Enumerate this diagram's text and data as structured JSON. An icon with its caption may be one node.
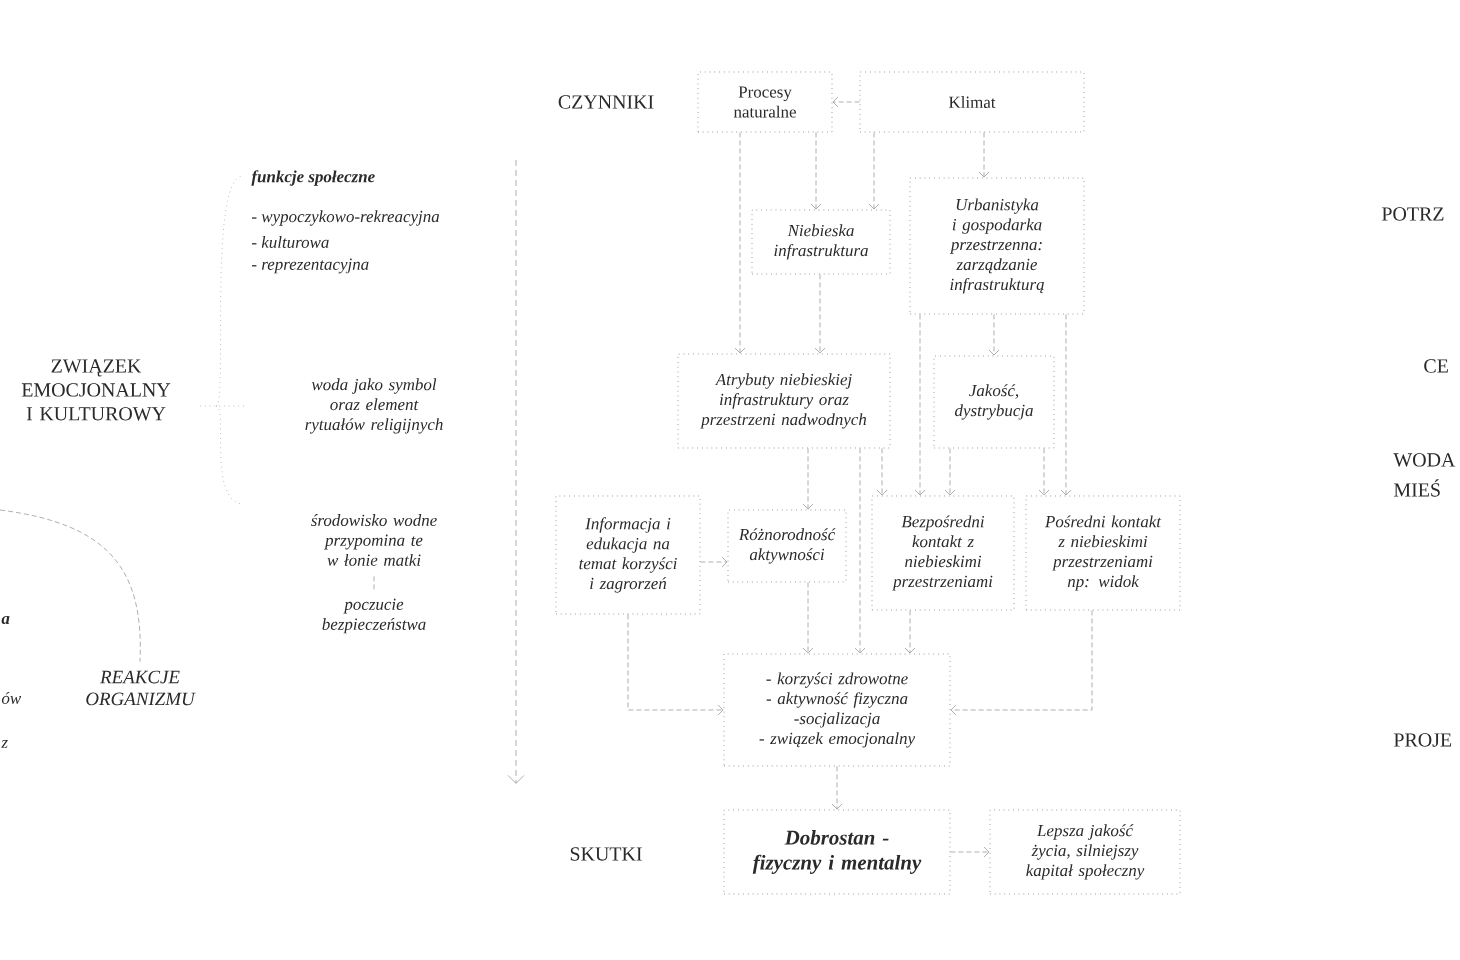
{
  "diagram": {
    "nodes": [
      {
        "text": [
          "Procesy naturalne"
        ]
      },
      {
        "text": [
          "Klimat"
        ]
      },
      {
        "text": [
          "Niebieska infrastruktura"
        ]
      },
      {
        "text": [
          "Urbanistyka i gospodarka przestrzenna: zarządzanie infrastrukturą"
        ]
      },
      {
        "text": [
          "Atrybuty niebieskiej infrastruktury oraz przestrzeni nadwodnych"
        ]
      },
      {
        "text": [
          "Jakość, dystrybucja"
        ]
      },
      {
        "text": [
          "Informacja i edukacja na temat korzyści i zagrorzeń"
        ]
      },
      {
        "text": [
          "Różnorodność aktywności"
        ]
      },
      {
        "text": [
          "Bezpośredni kontakt z niebieskimi przestrzeniami"
        ]
      },
      {
        "text": [
          "Pośredni kontakt z niebieskimi przestrzeniami np: widok"
        ]
      },
      {
        "text": [
          "- korzyści zdrowotne",
          "- aktywność fizyczna",
          "-socjalizacja",
          "- związek emocjonalny"
        ]
      },
      {
        "text": [
          "Dobrostan - fizyczny i mentalny"
        ]
      },
      {
        "text": [
          "Lepsza jakość życia, silniejszy kapitał społeczny"
        ]
      },
      {
        "text": [
          "ZWIĄZEK EMOCJONALNY I KULTUROWY"
        ]
      },
      {
        "text": [
          "środowisko wodne przypomina te w łonie matki"
        ]
      },
      {
        "text": [
          "poczucie bezpieczeństwa"
        ]
      },
      {
        "text": [
          "REAKCJE ORGANIZMU"
        ]
      }
    ],
    "edges": [
      {
        "from": 1,
        "to": 0,
        "arrow": "to"
      },
      {
        "from": 0,
        "to": 4,
        "arrow": "to"
      },
      {
        "from": 0,
        "to": 2,
        "arrow": "to"
      },
      {
        "from": 1,
        "to": 2,
        "arrow": "to"
      },
      {
        "from": 1,
        "to": 3,
        "arrow": "to"
      },
      {
        "from": 2,
        "to": 4,
        "arrow": "to"
      },
      {
        "from": 3,
        "to": 5,
        "arrow": "to"
      },
      {
        "from": 4,
        "to": 7,
        "arrow": "to"
      },
      {
        "from": 4,
        "to": 10,
        "arrow": "to"
      },
      {
        "from": 4,
        "to": 8,
        "arrow": "to"
      },
      {
        "from": 3,
        "to": 8,
        "arrow": "to"
      },
      {
        "from": 5,
        "to": 8,
        "arrow": "to"
      },
      {
        "from": 5,
        "to": 9,
        "arrow": "to"
      },
      {
        "from": 3,
        "to": 9,
        "arrow": "to"
      },
      {
        "from": 6,
        "to": 7,
        "arrow": "to"
      },
      {
        "from": 6,
        "to": 10,
        "arrow": "to"
      },
      {
        "from": 7,
        "to": 10,
        "arrow": "to"
      },
      {
        "from": 8,
        "to": 10,
        "arrow": "to"
      },
      {
        "from": 9,
        "to": 10,
        "arrow": "to"
      },
      {
        "from": 10,
        "to": 11,
        "arrow": "to"
      },
      {
        "from": 11,
        "to": 12,
        "arrow": "to"
      },
      {
        "from": 14,
        "to": 15,
        "arrow": "none"
      },
      {
        "from": null,
        "to": 16,
        "arrow": "none"
      }
    ],
    "labels": [
      "funkcje społeczne",
      "- wypoczykowo-rekreacyjna",
      "- kulturowa",
      "- reprezentacyjna",
      "woda jako symbol oraz element rytuałów religijnych",
      "CZYNNIKI",
      "a",
      "ów",
      "z",
      "SKUTKI",
      "POTRZ",
      "CE",
      "WODA",
      "MIEŚ",
      "PROJE"
    ]
  }
}
